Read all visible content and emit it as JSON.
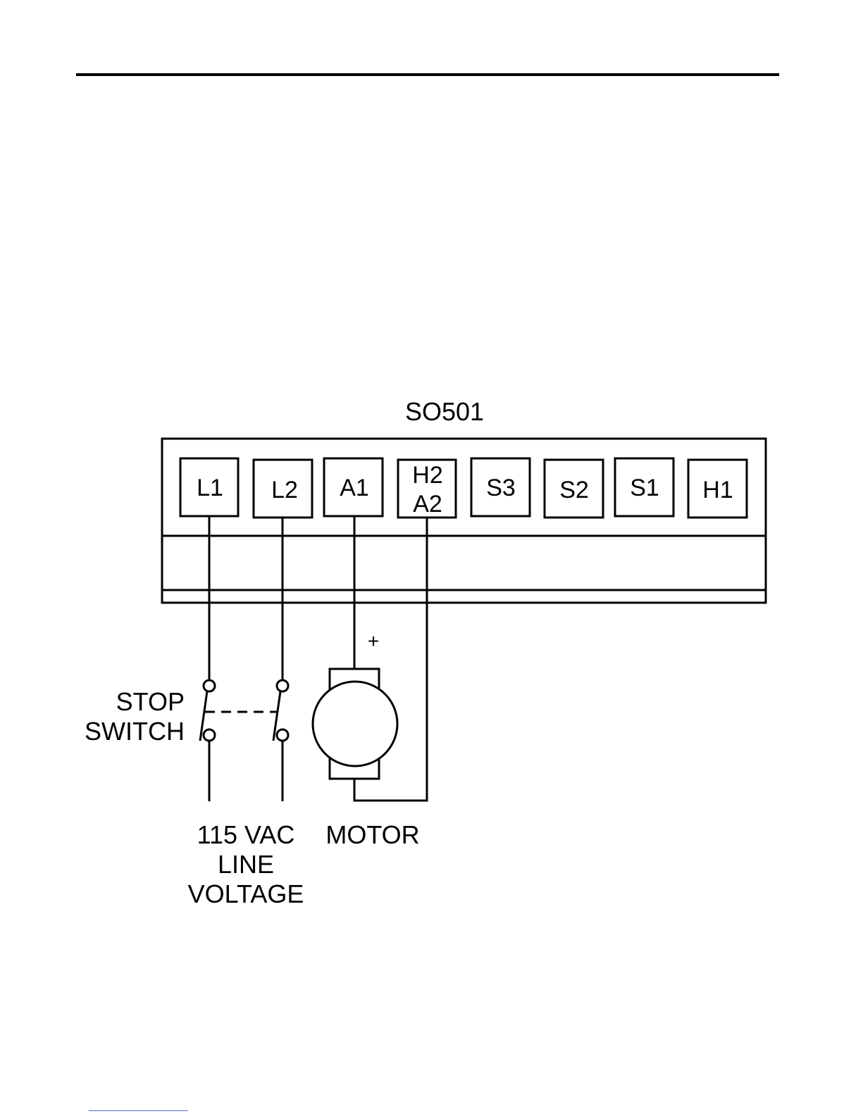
{
  "board": {
    "title": "SO501",
    "terminals": [
      {
        "id": "L1",
        "lines": [
          "L1"
        ]
      },
      {
        "id": "L2",
        "lines": [
          "L2"
        ]
      },
      {
        "id": "A1",
        "lines": [
          "A1"
        ]
      },
      {
        "id": "H2A2",
        "lines": [
          "H2",
          "A2"
        ]
      },
      {
        "id": "S3",
        "lines": [
          "S3"
        ]
      },
      {
        "id": "S2",
        "lines": [
          "S2"
        ]
      },
      {
        "id": "S1",
        "lines": [
          "S1"
        ]
      },
      {
        "id": "H1",
        "lines": [
          "H1"
        ]
      }
    ]
  },
  "labels": {
    "polarity_plus": "+",
    "stop_switch": [
      "STOP",
      "SWITCH"
    ],
    "line_voltage": [
      "115 VAC",
      "LINE",
      "VOLTAGE"
    ],
    "motor": "MOTOR"
  }
}
